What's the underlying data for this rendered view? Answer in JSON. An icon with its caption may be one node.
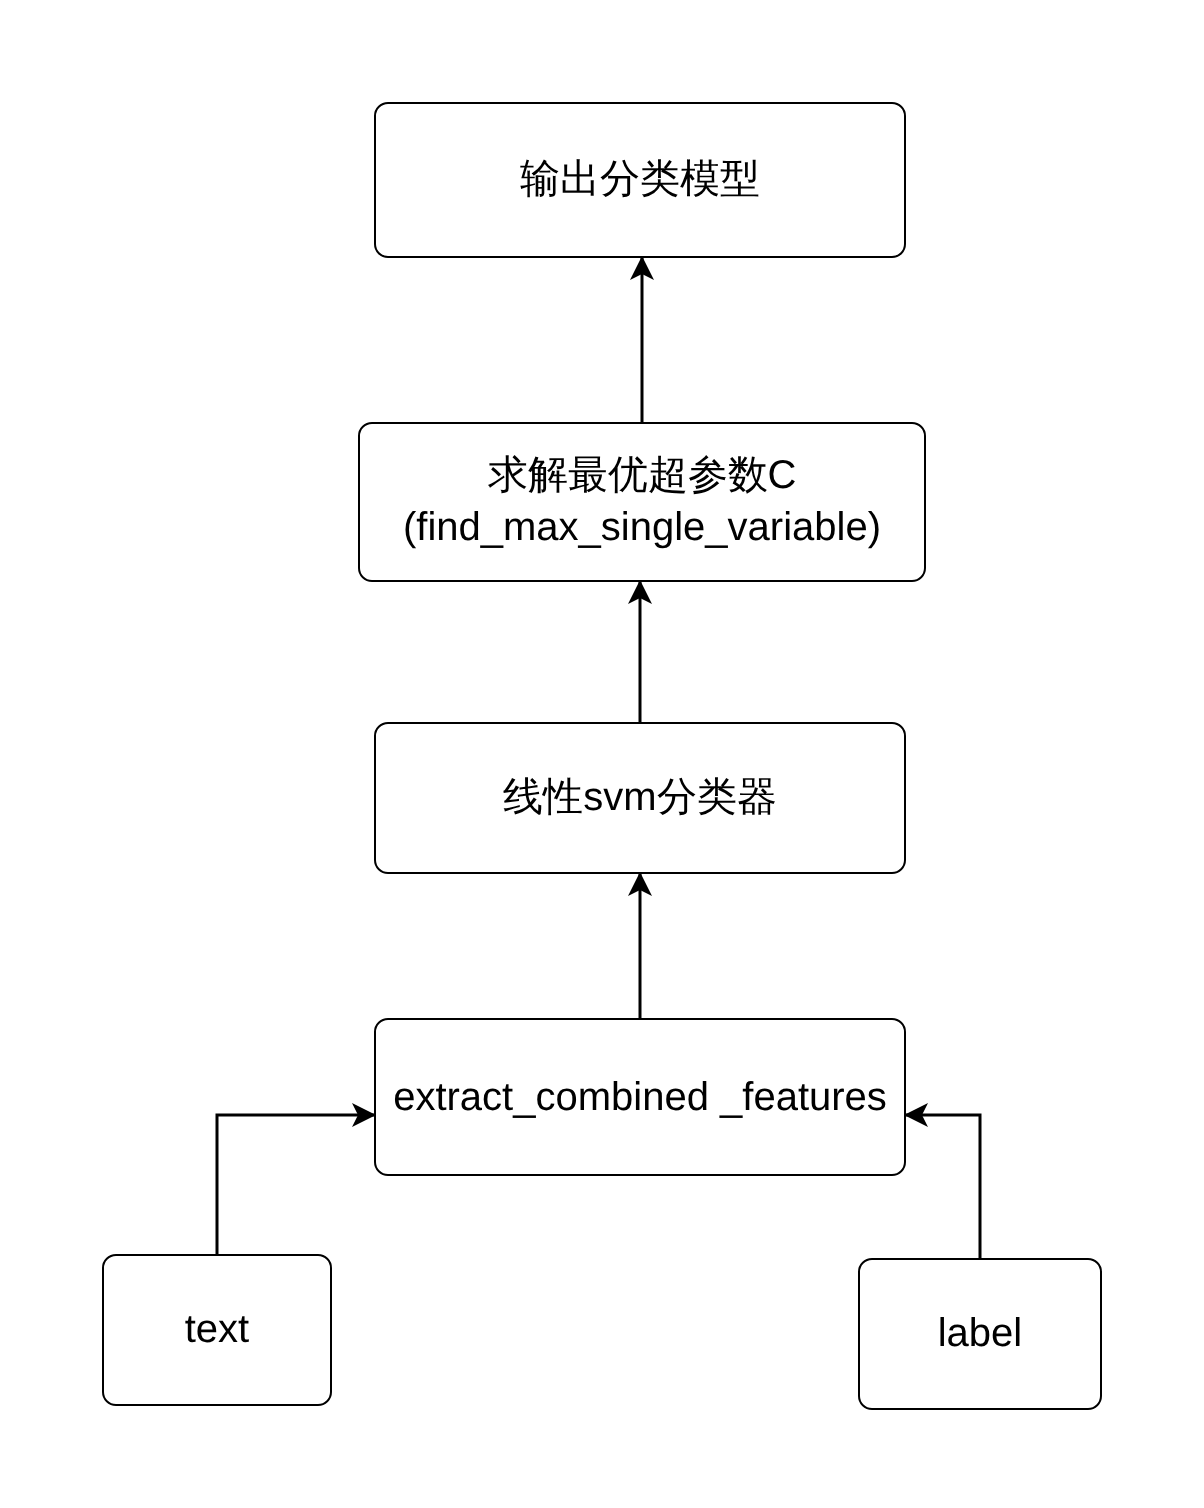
{
  "diagram": {
    "nodes": [
      {
        "text": [
          "输出分类模型"
        ]
      },
      {
        "text": [
          "求解最优超参数C (find_max_single_variable)"
        ]
      },
      {
        "text": [
          "线性svm分类器"
        ]
      },
      {
        "text": [
          "extract_combined _features"
        ]
      },
      {
        "text": [
          "text"
        ]
      },
      {
        "text": [
          "label"
        ]
      }
    ],
    "edges": [
      {
        "from": 4,
        "to": 3,
        "arrow": "to"
      },
      {
        "from": 5,
        "to": 3,
        "arrow": "to"
      },
      {
        "from": 3,
        "to": 2,
        "arrow": "to"
      },
      {
        "from": 2,
        "to": 1,
        "arrow": "to"
      },
      {
        "from": 1,
        "to": 0,
        "arrow": "to"
      }
    ]
  }
}
